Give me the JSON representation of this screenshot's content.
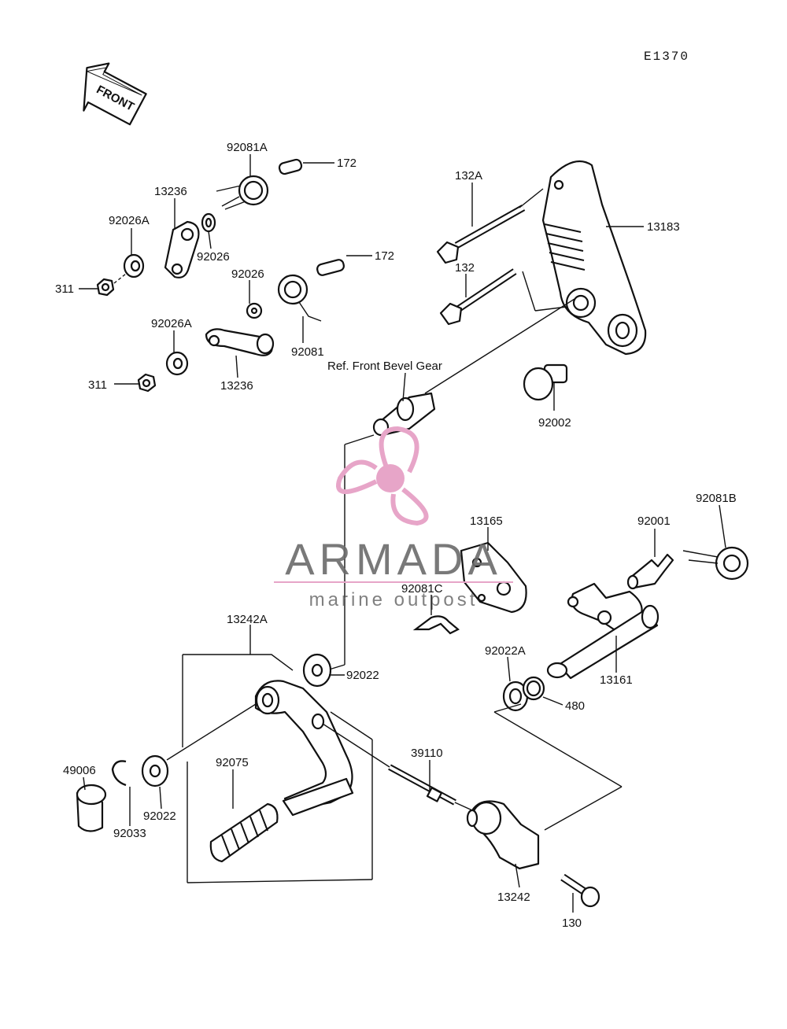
{
  "diagram_code": "E1370",
  "front_arrow_label": "FRONT",
  "watermark": {
    "brand": "ARMADA",
    "tagline": "marine outpost",
    "color_primary": "#6b6b6b",
    "color_accent": "#e7a5c8"
  },
  "ref_note": "Ref. Front Bevel Gear",
  "parts": {
    "p92081A": "92081A",
    "p172a": "172",
    "p13236a": "13236",
    "p92026A_a": "92026A",
    "p92026a": "92026",
    "p311a": "311",
    "p172b": "172",
    "p92026b": "92026",
    "p92026A_b": "92026A",
    "p92081": "92081",
    "p311b": "311",
    "p13236b": "13236",
    "p132A": "132A",
    "p132": "132",
    "p13183": "13183",
    "p92002": "92002",
    "p13165": "13165",
    "p92081C": "92081C",
    "p92001": "92001",
    "p92081B": "92081B",
    "p13161": "13161",
    "p92022A": "92022A",
    "p480": "480",
    "p13242A": "13242A",
    "p92022a": "92022",
    "p49006": "49006",
    "p92033": "92033",
    "p92022b": "92022",
    "p92075": "92075",
    "p39110": "39110",
    "p13242": "13242",
    "p130": "130"
  }
}
